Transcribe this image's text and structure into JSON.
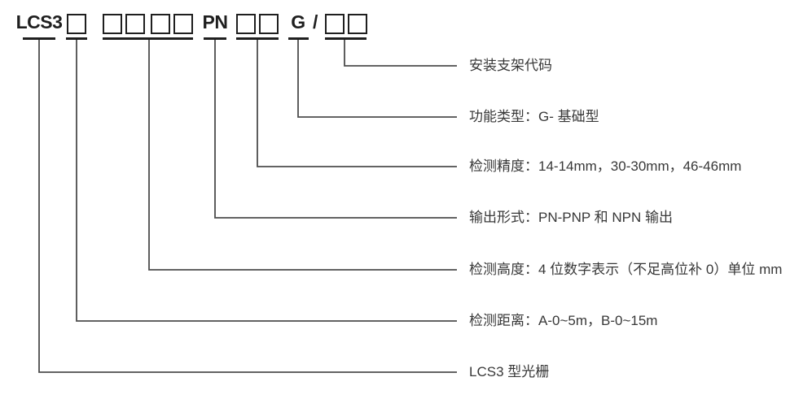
{
  "code_line": {
    "prefix": "LCS3",
    "output_code": "PN",
    "function_code": "G",
    "separator": "/"
  },
  "labels": {
    "bracket": "安装支架代码",
    "function": "功能类型：G- 基础型",
    "precision": "检测精度：14-14mm，30-30mm，46-46mm",
    "output": "输出形式：PN-PNP 和 NPN 输出",
    "height": "检测高度：4 位数字表示（不足高位补 0）单位 mm",
    "distance": "检测距离：A-0~5m，B-0~15m",
    "model": "LCS3 型光栅"
  }
}
